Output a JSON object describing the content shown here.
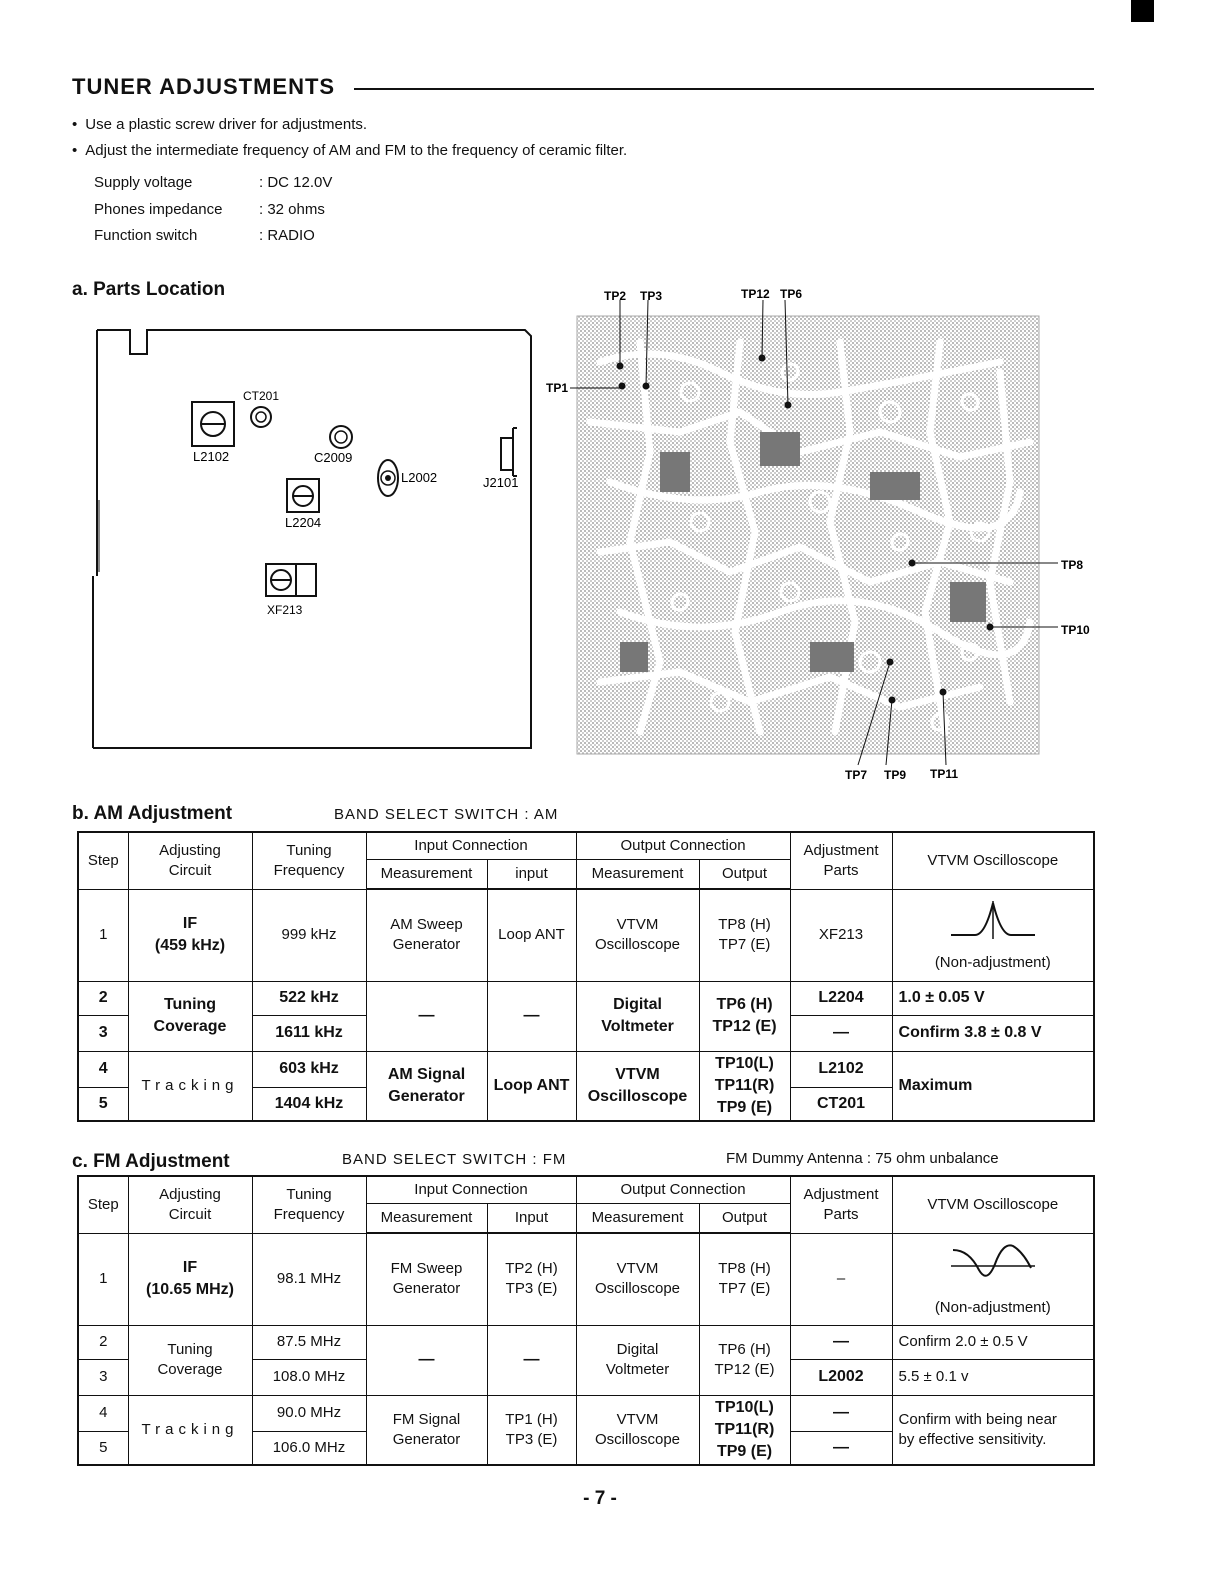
{
  "title": "TUNER  ADJUSTMENTS",
  "bullets": [
    "Use a plastic screw driver for adjustments.",
    "Adjust the intermediate frequency of AM and FM to the frequency of ceramic filter."
  ],
  "supply": [
    {
      "label": "Supply voltage",
      "value": ": DC  12.0V"
    },
    {
      "label": "Phones  impedance",
      "value": ": 32  ohms"
    },
    {
      "label": "Function  switch",
      "value": ":  RADIO"
    }
  ],
  "parts_location": {
    "heading": "a. Parts  Location",
    "components": {
      "ct201": "CT201",
      "l2102": "L2102",
      "c2009": "C2009",
      "l2002": "L2002",
      "j2101": "J2101",
      "l2204": "L2204",
      "xf213": "XF213"
    },
    "testpoints": {
      "tp2": "TP2",
      "tp3": "TP3",
      "tp12": "TP12",
      "tp6": "TP6",
      "tp1": "TP1",
      "tp8": "TP8",
      "tp10": "TP10",
      "tp7": "TP7",
      "tp9": "TP9",
      "tp11": "TP11"
    }
  },
  "am": {
    "heading": "b. AM  Adjustment",
    "switch_note": "BAND SELECT SWITCH : AM",
    "headers": {
      "step": "Step",
      "circuit": "Adjusting\nCircuit",
      "tuning": "Tuning\nFrequency",
      "input_conn": "Input  Connection",
      "output_conn": "Output  Connection",
      "in_meas": "Measurement",
      "in_input": "input",
      "out_meas": "Measurement",
      "out_output": "Output",
      "parts": "Adjustment\nParts",
      "vtvm": "VTVM Oscilloscope"
    },
    "rows": {
      "r1": {
        "step": "1",
        "circuit": "IF\n(459 kHz)",
        "freq": "999 kHz",
        "in_meas": "AM  Sweep\nGenerator",
        "in_input": "Loop  ANT",
        "out_meas": "VTVM\nOscilloscope",
        "out_output": "TP8  (H)\nTP7  (E)",
        "parts": "XF213",
        "vtvm": "(Non-adjustment)"
      },
      "r2": {
        "step": "2",
        "circuit": "Tuning\nCoverage",
        "freq": "522 kHz",
        "in_meas": "—",
        "in_input": "—",
        "out_meas": "Digital\nVoltmeter",
        "out_output": "TP6 (H)\nTP12 (E)",
        "parts": "L2204",
        "vtvm": "1.0 ± 0.05 V"
      },
      "r3": {
        "step": "3",
        "freq": "1611 kHz",
        "parts": "—",
        "vtvm": "Confirm 3.8 ± 0.8 V"
      },
      "r4": {
        "step": "4",
        "circuit": "Tracking",
        "freq": "603 kHz",
        "in_meas": "AM Signal\nGenerator",
        "in_input": "Loop  ANT",
        "out_meas": "VTVM\nOscilloscope",
        "out_output": "TP10(L)\nTP11(R)\nTP9 (E)",
        "parts": "L2102",
        "vtvm": "Maximum"
      },
      "r5": {
        "step": "5",
        "freq": "1404 kHz",
        "parts": "CT201"
      }
    }
  },
  "fm": {
    "heading": "c. FM  Adjustment",
    "switch_note": "BAND SELECT SWITCH : FM",
    "antenna_note": "FM Dummy Antenna : 75 ohm unbalance",
    "headers": {
      "step": "Step",
      "circuit": "Adjusting\nCircuit",
      "tuning": "Tuning\nFrequency",
      "input_conn": "Input  Connection",
      "output_conn": "Output  Connection",
      "in_meas": "Measurement",
      "in_input": "Input",
      "out_meas": "Measurement",
      "out_output": "Output",
      "parts": "Adjustment\nParts",
      "vtvm": "VTVM Oscilloscope"
    },
    "rows": {
      "r1": {
        "step": "1",
        "circuit": "IF\n(10.65 MHz)",
        "freq": "98.1 MHz",
        "in_meas": "FM  Sweep\nGenerator",
        "in_input": "TP2 (H)\nTP3  (E)",
        "out_meas": "VTVM\nOscilloscope",
        "out_output": "TP8      (H)\nTP7  (E)",
        "parts": "–",
        "vtvm": "(Non-adjustment)"
      },
      "r2": {
        "step": "2",
        "circuit": "Tuning\nCoverage",
        "freq": "87.5  MHz",
        "in_meas": "—",
        "in_input": "—",
        "out_meas": "Digital\nVoltmeter",
        "out_output": "TP6      (H)\nTP12  (E)",
        "parts": "—",
        "vtvm": "Confirm 2.0 ± 0.5 V"
      },
      "r3": {
        "step": "3",
        "freq": "108.0  MHz",
        "parts": "L2002",
        "vtvm": "5.5  ± 0.1 v"
      },
      "r4": {
        "step": "4",
        "circuit": "Tracking",
        "freq": "90.0 MHz",
        "in_meas": "FM  Signal\nGenerator",
        "in_input": "TP1 (H)\nTP3  (E)",
        "out_meas": "VTVM\nOscilloscope",
        "out_output": "TP10(L)\nTP11(R)\nTP9 (E)",
        "parts": "—",
        "vtvm": "Confirm with being near\nby  effective  sensitivity."
      },
      "r5": {
        "step": "5",
        "freq": "106.0  MHz",
        "parts": "—"
      }
    }
  },
  "page_number": "- 7 -"
}
